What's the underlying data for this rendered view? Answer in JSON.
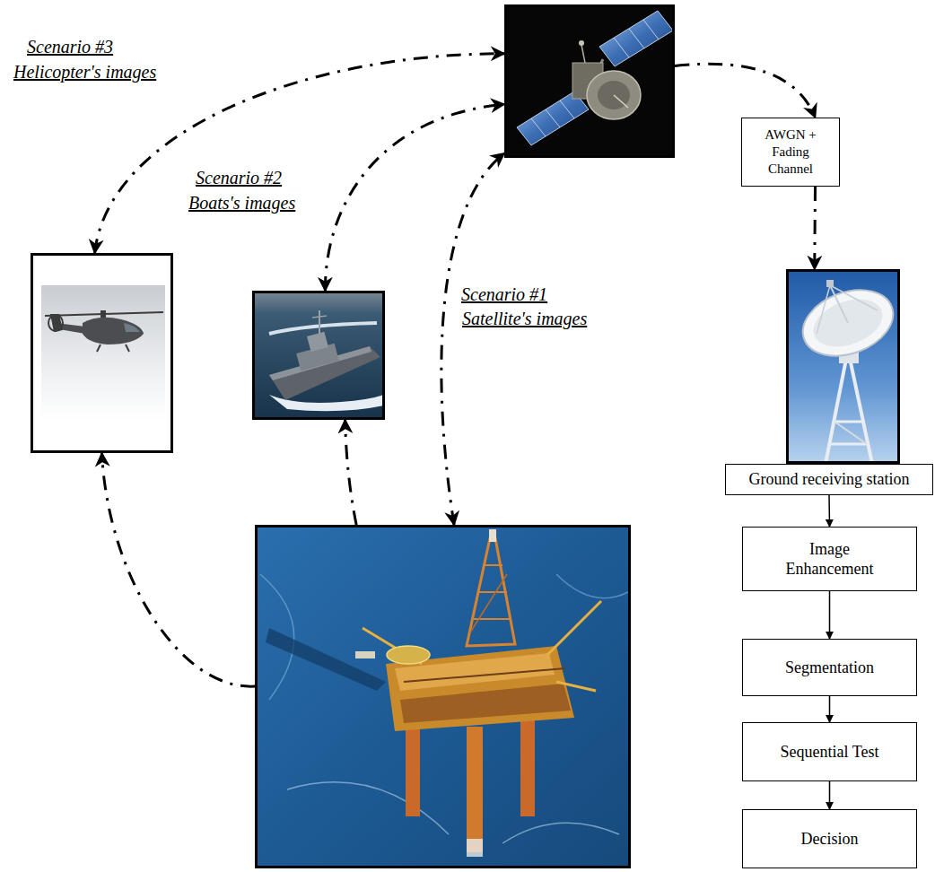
{
  "diagram": {
    "nodes": [
      {
        "text": []
      },
      {
        "text": [
          "AWGN + Fading Channel"
        ]
      },
      {
        "text": []
      },
      {
        "text": []
      },
      {
        "text": []
      },
      {
        "text": [
          "Ground receiving station"
        ]
      },
      {
        "text": []
      },
      {
        "text": [
          "Image Enhancement"
        ]
      },
      {
        "text": [
          "Segmentation"
        ]
      },
      {
        "text": [
          "Sequential Test"
        ]
      },
      {
        "text": [
          "Decision"
        ]
      }
    ],
    "edges": [
      {
        "from": 0,
        "to": 1,
        "arrow": "to"
      },
      {
        "from": 1,
        "to": 4,
        "arrow": "to"
      },
      {
        "from": 2,
        "to": 0,
        "arrow": "both"
      },
      {
        "from": 3,
        "to": 0,
        "arrow": "both"
      },
      {
        "from": 6,
        "to": 0,
        "arrow": "both"
      },
      {
        "from": 6,
        "to": 2,
        "arrow": "to"
      },
      {
        "from": 6,
        "to": 3,
        "arrow": "to"
      },
      {
        "from": 5,
        "to": 7,
        "arrow": "to"
      },
      {
        "from": 7,
        "to": 8,
        "arrow": "to"
      },
      {
        "from": 8,
        "to": 9,
        "arrow": "to"
      },
      {
        "from": 9,
        "to": 10,
        "arrow": "to"
      }
    ],
    "labels": [
      "Scenario #3",
      "Helicopter's images",
      "Scenario #2",
      "Boats's images",
      "Scenario #1",
      "Satellite's images"
    ]
  }
}
